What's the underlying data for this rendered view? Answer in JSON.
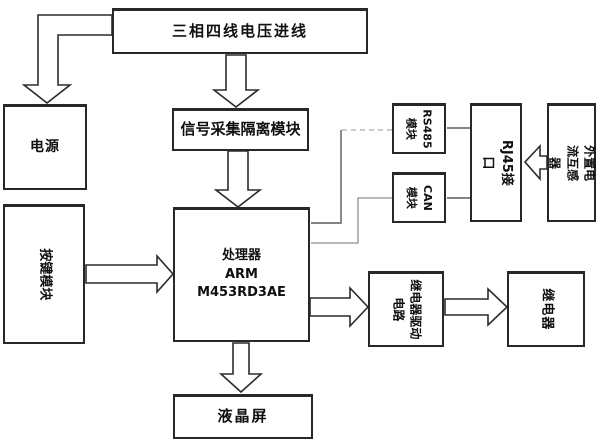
{
  "diagram": {
    "background_color": "#ffffff",
    "line_color": "#2b2b2b",
    "boxes": {
      "mains_input": {
        "label": "三相四线电压进线"
      },
      "power_supply": {
        "label": "电源"
      },
      "signal_isolation": {
        "label": "信号采集隔离模块"
      },
      "keypad": {
        "label": "按键模块"
      },
      "processor": {
        "label": "处理器\nARM\nM453RD3AE"
      },
      "rs485_module": {
        "label": "RS485\n模块"
      },
      "can_module": {
        "label": "CAN\n模块"
      },
      "rj45_port": {
        "label": "RJ45接口"
      },
      "current_transformer": {
        "label": "外置电流互感器"
      },
      "relay_driver": {
        "label": "继电器驱动\n电路"
      },
      "relay": {
        "label": "继电器"
      },
      "lcd_screen": {
        "label": "液晶屏"
      }
    }
  }
}
